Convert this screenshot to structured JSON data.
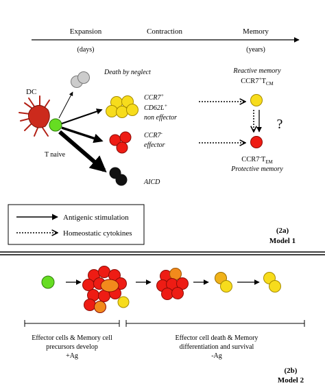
{
  "model1": {
    "timeline": {
      "expansion": "Expansion",
      "contraction": "Contraction",
      "memory": "Memory",
      "days": "(days)",
      "years": "(years)"
    },
    "labels": {
      "dc": "DC",
      "t_naive": "T naive",
      "death_by_neglect": "Death by neglect",
      "ccr7_pos": "CCR7",
      "ccr7_pos_sup": "+",
      "cd62l": "CD62L",
      "cd62l_sup": "+",
      "non_effector": "non effector",
      "ccr7_neg": "CCR7",
      "ccr7_neg_sup": "-",
      "effector": "effector",
      "aicd": "AICD",
      "reactive_memory": "Reactive memory",
      "tcm_ccr7": "CCR7",
      "tcm_sup": "+",
      "tcm_t": "T",
      "tcm_sub": "CM",
      "tem_ccr7": "CCR7",
      "tem_sup": "-",
      "tem_t": "T",
      "tem_sub": "EM",
      "protective_memory": "Protective memory",
      "question": "?"
    },
    "legend": {
      "antigenic_stimulation": "Antigenic stimulation",
      "homeostatic_cytokines": "Homeostatic cytokines"
    },
    "panel_id": "(2a)",
    "model_title": "Model 1"
  },
  "model2": {
    "phase1_line1": "Effector cells & Memory cell",
    "phase1_line2": "precursors develop",
    "phase1_line3": "+Ag",
    "phase2_line1": "Effector cell death & Memory",
    "phase2_line2": "differentiation and survival",
    "phase2_line3": "-Ag",
    "panel_id": "(2b)",
    "model_title": "Model 2"
  },
  "colors": {
    "naive_green": "#66dd22",
    "yellow": "#f7dc1c",
    "red": "#ee1c14",
    "orange": "#f28a1c",
    "grey": "#cccccc",
    "black": "#111111"
  }
}
